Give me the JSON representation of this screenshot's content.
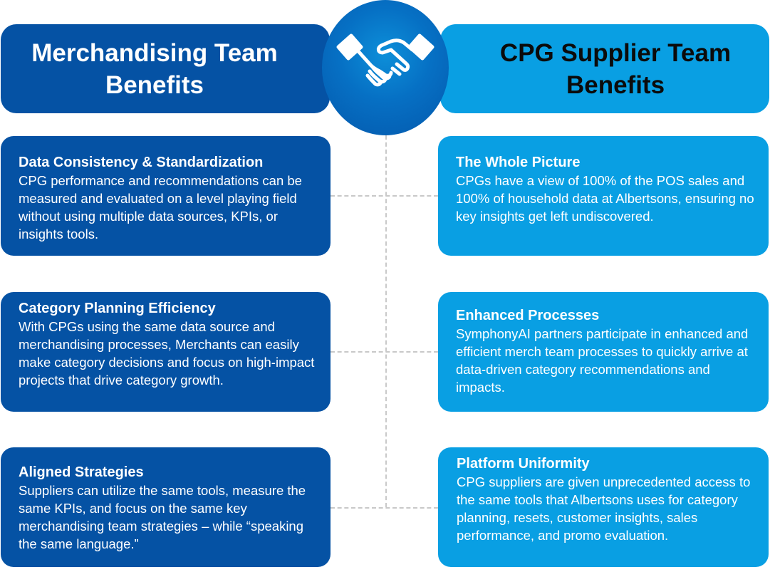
{
  "colors": {
    "merch_blue": "#0552a4",
    "supplier_blue": "#099fe3",
    "connector_gray": "#c9c9c9"
  },
  "center_icon": "handshake-icon",
  "merchandising": {
    "header": "Merchandising Team\nBenefits",
    "cards": [
      {
        "title": "Data Consistency & Standardization",
        "body": "CPG performance and recommendations can be measured and evaluated on a level playing field without using multiple data sources, KPIs, or insights tools."
      },
      {
        "title": "Category Planning Efficiency",
        "body": "With CPGs using the same data source and merchandising processes, Merchants can easily make category decisions and focus on high-impact projects that drive category growth."
      },
      {
        "title": "Aligned Strategies",
        "body": "Suppliers can utilize the same tools, measure the same KPIs, and focus on the same key merchandising team strategies – while “speaking the same language.”"
      }
    ]
  },
  "supplier": {
    "header": "CPG Supplier Team\nBenefits",
    "cards": [
      {
        "title": "The Whole Picture",
        "body": "CPGs have a view of 100% of the POS sales and 100% of household data at Albertsons, ensuring no key insights get left undiscovered."
      },
      {
        "title": "Enhanced Processes",
        "body": "SymphonyAI partners participate in enhanced and efficient merch team processes to quickly arrive at data-driven category recommendations and impacts."
      },
      {
        "title": "Platform Uniformity",
        "body": "CPG suppliers are given unprecedented access to the same tools that Albertsons uses for category planning, resets, customer insights, sales performance, and promo evaluation."
      }
    ]
  }
}
